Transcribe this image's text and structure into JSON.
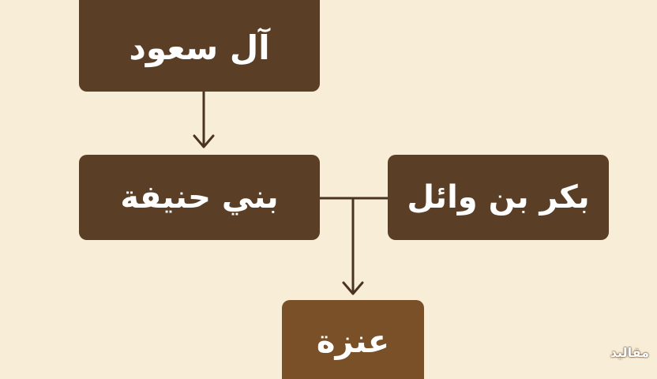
{
  "nodes": {
    "al_saud": "آل سعود",
    "bani_hanifa": "بني حنيفة",
    "bakr_bin_wail": "بكر بن وائل",
    "anaza": "عنزة"
  },
  "colors": {
    "background": "#f8eed8",
    "box": "#5b3e26",
    "box_highlight": "#7a5028",
    "line": "#4a3322"
  }
}
